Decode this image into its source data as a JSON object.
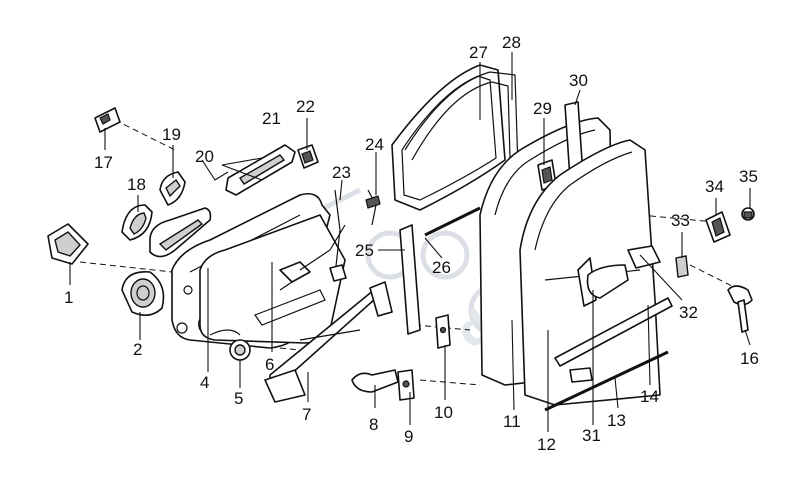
{
  "labels": [
    {
      "id": "1",
      "text": "1"
    },
    {
      "id": "2",
      "text": "2"
    },
    {
      "id": "4",
      "text": "4"
    },
    {
      "id": "5",
      "text": "5"
    },
    {
      "id": "6",
      "text": "6"
    },
    {
      "id": "7",
      "text": "7"
    },
    {
      "id": "8",
      "text": "8"
    },
    {
      "id": "9",
      "text": "9"
    },
    {
      "id": "10",
      "text": "10"
    },
    {
      "id": "11",
      "text": "11"
    },
    {
      "id": "12",
      "text": "12"
    },
    {
      "id": "13",
      "text": "13"
    },
    {
      "id": "14",
      "text": "14"
    },
    {
      "id": "16",
      "text": "16"
    },
    {
      "id": "17",
      "text": "17"
    },
    {
      "id": "18",
      "text": "18"
    },
    {
      "id": "19",
      "text": "19"
    },
    {
      "id": "20",
      "text": "20"
    },
    {
      "id": "21",
      "text": "21"
    },
    {
      "id": "22",
      "text": "22"
    },
    {
      "id": "23",
      "text": "23"
    },
    {
      "id": "24",
      "text": "24"
    },
    {
      "id": "25",
      "text": "25"
    },
    {
      "id": "26",
      "text": "26"
    },
    {
      "id": "27",
      "text": "27"
    },
    {
      "id": "28",
      "text": "28"
    },
    {
      "id": "29",
      "text": "29"
    },
    {
      "id": "30",
      "text": "30"
    },
    {
      "id": "31",
      "text": "31"
    },
    {
      "id": "32",
      "text": "32"
    },
    {
      "id": "33",
      "text": "33"
    },
    {
      "id": "34",
      "text": "34"
    },
    {
      "id": "35",
      "text": "35"
    }
  ],
  "watermark": {
    "text": "dts"
  },
  "colors": {
    "ink": "#111111",
    "paper": "#ffffff",
    "watermark": "#d8dde3"
  }
}
